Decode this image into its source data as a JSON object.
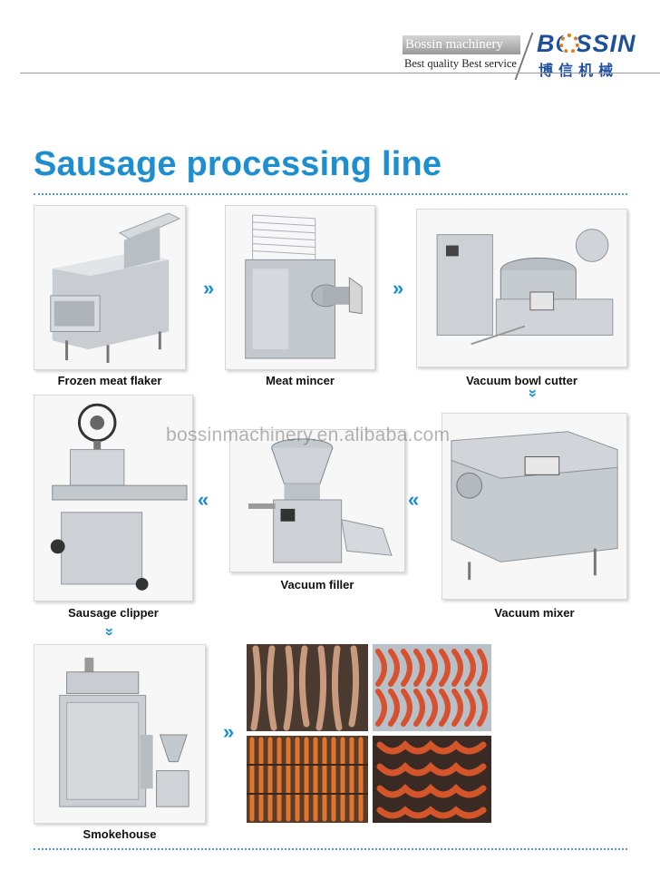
{
  "header": {
    "company_badge": "Bossin machinery",
    "tagline": "Best quality Best service",
    "logo_text": "BOSSIN",
    "logo_cn": "博信机械"
  },
  "page_title": "Sausage processing line",
  "watermark": "bossinmachinery.en.alibaba.com",
  "steps": [
    {
      "label": "Frozen meat flaker"
    },
    {
      "label": "Meat mincer"
    },
    {
      "label": "Vacuum bowl cutter"
    },
    {
      "label": "Sausage clipper"
    },
    {
      "label": "Vacuum filler"
    },
    {
      "label": "Vacuum mixer"
    },
    {
      "label": "Smokehouse"
    }
  ],
  "arrows": {
    "right": "»",
    "left": "«",
    "down": "»"
  },
  "colors": {
    "title_blue": "#1d8fd0",
    "logo_blue": "#1e4f9c",
    "logo_orange": "#e07b1a"
  }
}
